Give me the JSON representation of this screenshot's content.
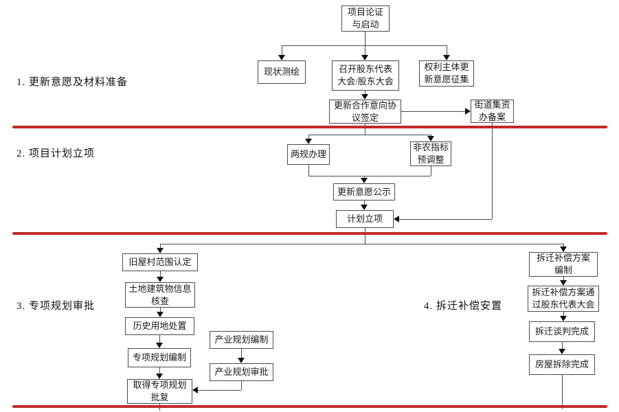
{
  "colors": {
    "background": "#ffffff",
    "red_divider": "#c22a2a",
    "box_border": "#4a4a4a",
    "connector_line": "#4a4a4a",
    "arrow": "#111111",
    "text": "#1a1a1a"
  },
  "sections": [
    {
      "label": "1. 更新意愿及材料准备"
    },
    {
      "label": "2. 项目计划立项"
    },
    {
      "label": "3. 专项规划审批"
    },
    {
      "label": "4. 拆迁补偿安置"
    }
  ],
  "nodes": {
    "project_start": "项目论证\n与启动",
    "current_survey": "现状测绘",
    "shareholder_meeting": "召开股东代表\n大会/股东大会",
    "rights_collection": "权利主体更\n新意愿征集",
    "cooperation_agreement": "更新合作意向协\n议签定",
    "street_record": "街道集资\n办备案",
    "two_regulations": "两规办理",
    "nonagri_adjust": "非农指标\n预调整",
    "intention_publicity": "更新意愿公示",
    "plan_approval": "计划立项",
    "old_village": "旧屋村范围认定",
    "land_info_check": "土地建筑物信息\n核查",
    "historical_land": "历史用地处置",
    "special_plan_prep": "专项规划编制",
    "special_plan_reply": "取得专项规划\n批复",
    "industry_plan_prep": "产业规划编制",
    "industry_plan_approval": "产业规划审批",
    "demolition_plan_prep": "拆迁补偿方案\n编制",
    "demolition_plan_pass": "拆迁补偿方案通\n过股东代表大会",
    "negotiation_done": "拆迁谈判完成",
    "house_demolition_done": "房屋拆除完成"
  },
  "edges": [
    {
      "from": "project_start",
      "to": "current_survey"
    },
    {
      "from": "project_start",
      "to": "shareholder_meeting"
    },
    {
      "from": "project_start",
      "to": "rights_collection"
    },
    {
      "from": "shareholder_meeting",
      "to": "cooperation_agreement"
    },
    {
      "from": "cooperation_agreement",
      "to": "street_record"
    },
    {
      "from": "cooperation_agreement",
      "to": "two_regulations"
    },
    {
      "from": "cooperation_agreement",
      "to": "nonagri_adjust"
    },
    {
      "from": "two_regulations",
      "to": "intention_publicity"
    },
    {
      "from": "nonagri_adjust",
      "to": "intention_publicity"
    },
    {
      "from": "intention_publicity",
      "to": "plan_approval"
    },
    {
      "from": "street_record",
      "to": "plan_approval"
    },
    {
      "from": "plan_approval",
      "to": "old_village"
    },
    {
      "from": "plan_approval",
      "to": "demolition_plan_prep"
    },
    {
      "from": "old_village",
      "to": "land_info_check"
    },
    {
      "from": "land_info_check",
      "to": "historical_land"
    },
    {
      "from": "historical_land",
      "to": "special_plan_prep"
    },
    {
      "from": "special_plan_prep",
      "to": "special_plan_reply"
    },
    {
      "from": "industry_plan_prep",
      "to": "industry_plan_approval"
    },
    {
      "from": "industry_plan_approval",
      "to": "special_plan_reply"
    },
    {
      "from": "demolition_plan_prep",
      "to": "demolition_plan_pass"
    },
    {
      "from": "demolition_plan_pass",
      "to": "negotiation_done"
    },
    {
      "from": "negotiation_done",
      "to": "house_demolition_done"
    }
  ]
}
